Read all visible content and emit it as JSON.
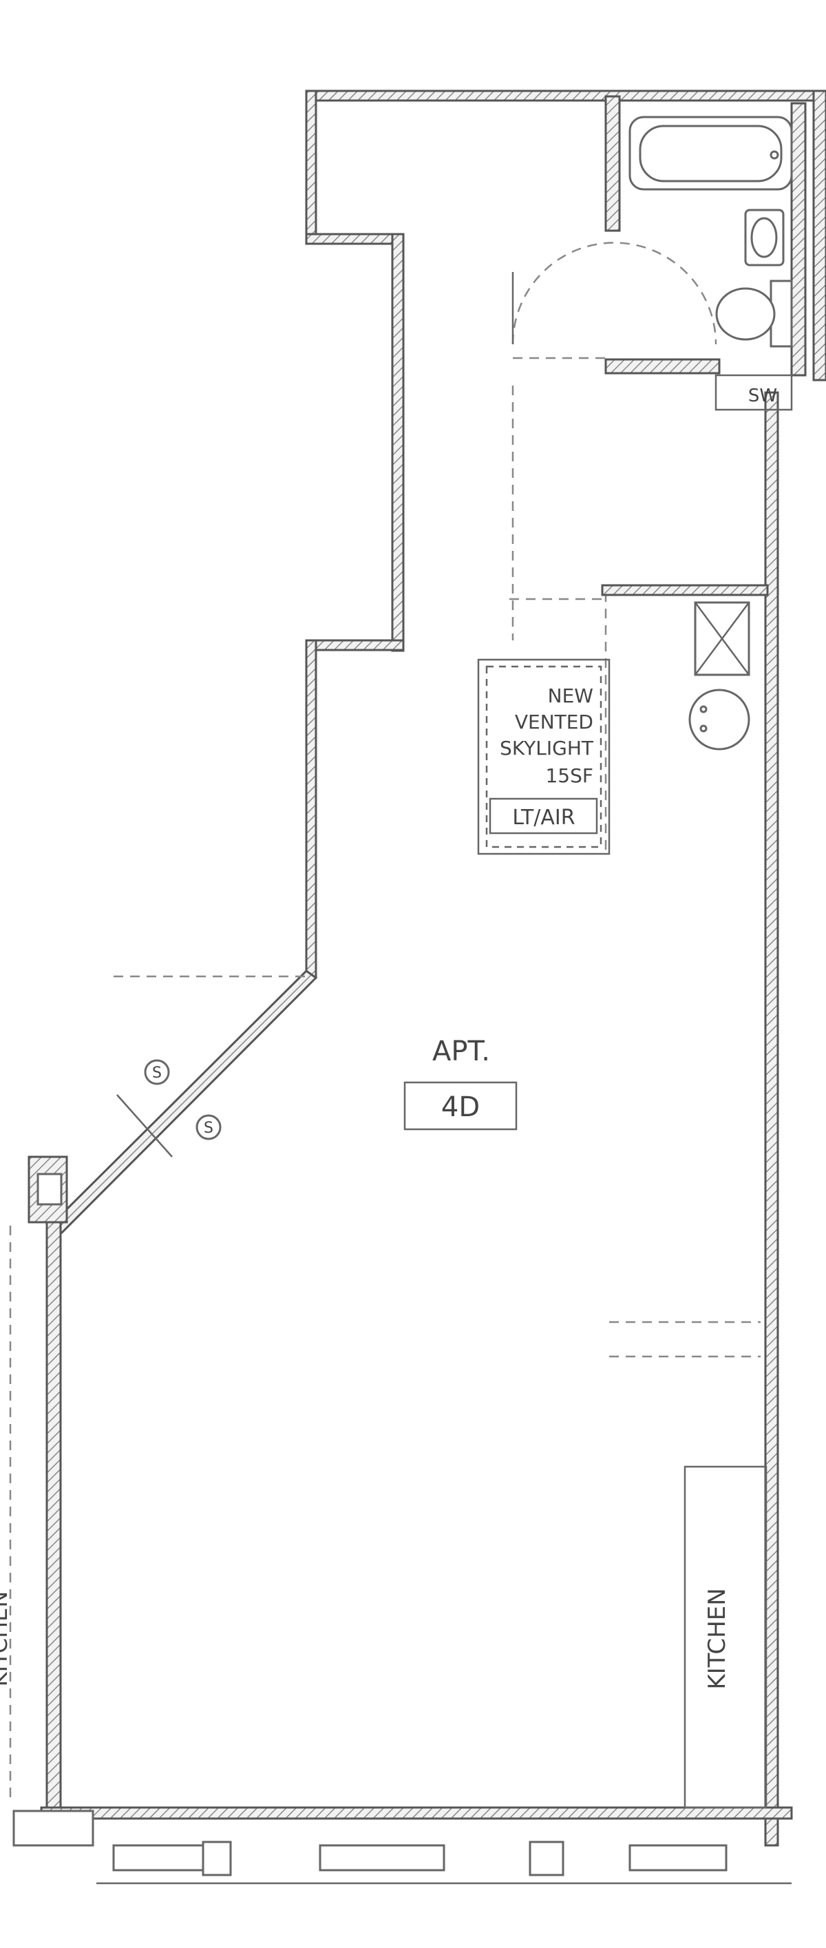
{
  "labels": {
    "sw": "SW",
    "skylight_line1": "NEW",
    "skylight_line2": "VENTED",
    "skylight_line3": "SKYLIGHT",
    "skylight_line4": "15SF",
    "lt_air": "LT/AIR",
    "apt": "APT.",
    "unit": "4D",
    "s1": "S",
    "s2": "S",
    "kitchen": "KITCHEN",
    "kitchen_left": "KITCHEN"
  }
}
